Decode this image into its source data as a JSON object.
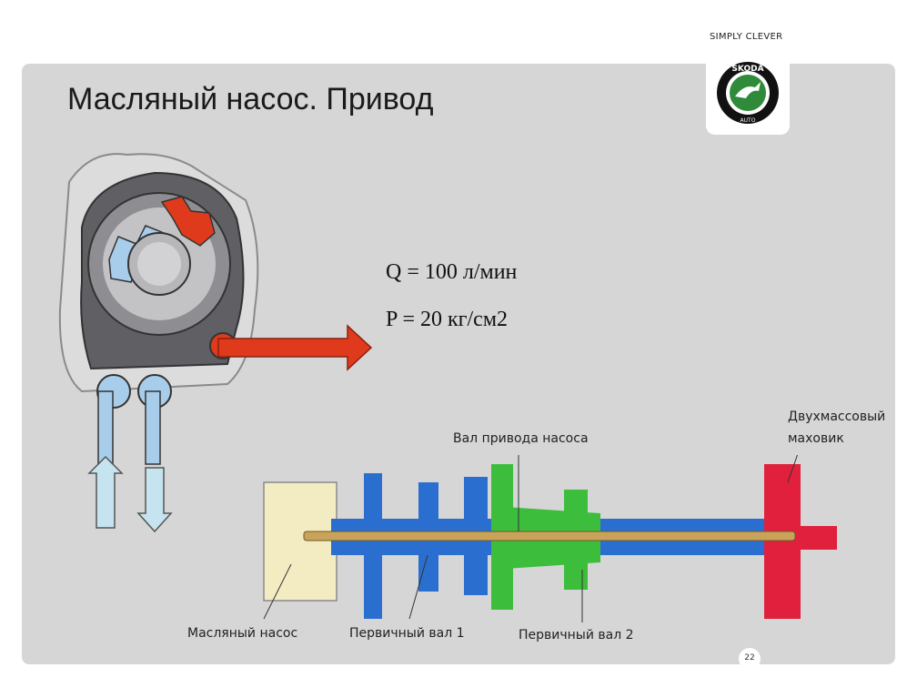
{
  "header": {
    "tagline": "SIMPLY CLEVER",
    "logo_brand": "ŠKODA",
    "logo_sub": "AUTO"
  },
  "slide": {
    "title": "Масляный насос. Привод",
    "formula_flow": "Q = 100 л/мин",
    "formula_pressure": "P = 20 кг/см2",
    "page_number": "22"
  },
  "diagram": {
    "labels": {
      "pump_shaft": "Вал привода насоса",
      "dual_mass_line1": "Двухмассовый",
      "dual_mass_line2": "маховик",
      "oil_pump": "Масляный насос",
      "primary_shaft_1": "Первичный вал 1",
      "primary_shaft_2": "Первичный вал 2"
    }
  },
  "colors": {
    "panel": "#d6d6d6",
    "pump_body": "#5f5f64",
    "oil_out": "#e03a1c",
    "oil_in": "#a8cdea",
    "shaft_blue": "#2a6fcf",
    "shaft_green": "#3cbe3c",
    "flywheel_red": "#e0203c",
    "pump_yellow": "#f3ecc2",
    "drive_shaft": "#c9a35a"
  }
}
